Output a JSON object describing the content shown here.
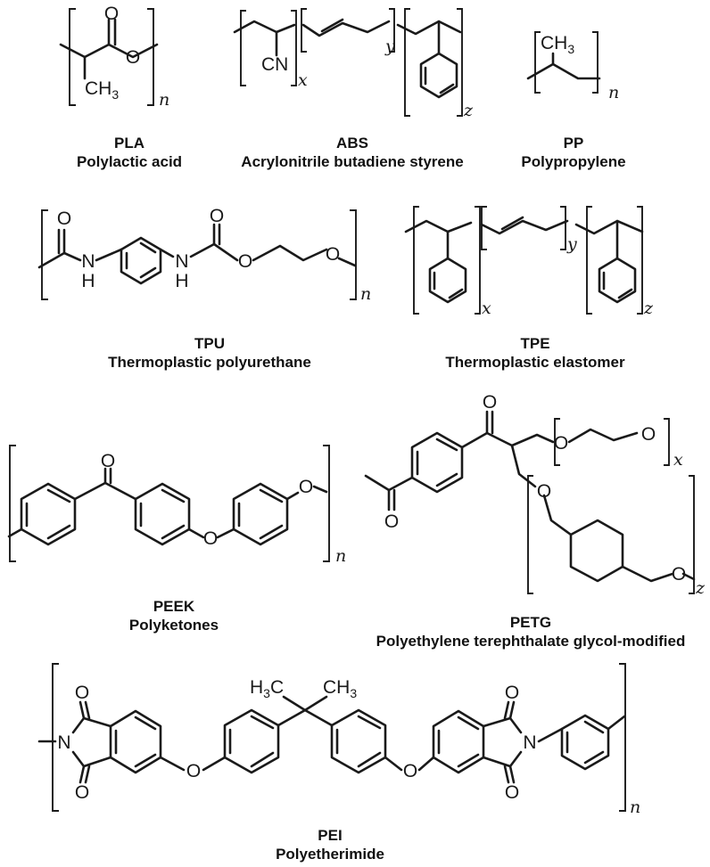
{
  "polymers": [
    {
      "abbr": "PLA",
      "name": "Polylactic acid"
    },
    {
      "abbr": "ABS",
      "name": "Acrylonitrile butadiene styrene"
    },
    {
      "abbr": "PP",
      "name": "Polypropylene"
    },
    {
      "abbr": "TPU",
      "name": "Thermoplastic polyurethane"
    },
    {
      "abbr": "TPE",
      "name": "Thermoplastic elastomer"
    },
    {
      "abbr": "PEEK",
      "name": "Polyketones"
    },
    {
      "abbr": "PETG",
      "name": "Polyethylene terephthalate glycol-modified"
    },
    {
      "abbr": "PEI",
      "name": "Polyetherimide"
    }
  ],
  "atoms": {
    "oxygen": "O",
    "nitrogen": "N",
    "amine": "H",
    "nitrile": "CN",
    "methyl_prefix": "CH",
    "methyl_left_prefix": "H",
    "methyl_left_suffix": "C",
    "subscript_three": "3"
  },
  "indices": {
    "n": "n",
    "x": "x",
    "y": "y",
    "z": "z"
  }
}
